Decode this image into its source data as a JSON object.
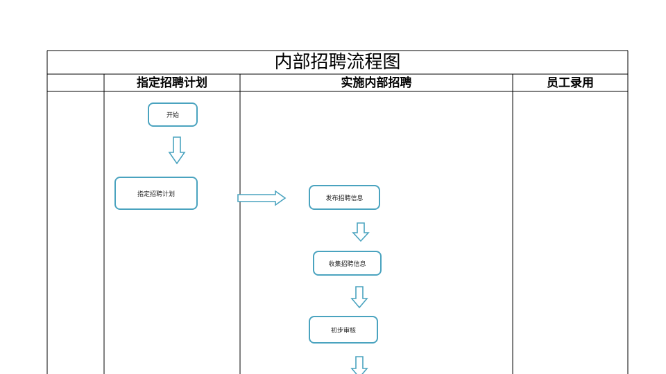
{
  "title": "内部招聘流程图",
  "columns": [
    {
      "label": ""
    },
    {
      "label": "指定招聘计划"
    },
    {
      "label": "实施内部招聘"
    },
    {
      "label": "员工录用"
    }
  ],
  "nodes": {
    "start": "开始",
    "define_plan": "指定招聘计划",
    "publish_info": "发布招聘信息",
    "collect_info": "收集招聘信息",
    "initial_review": "初步审核"
  },
  "colors": {
    "node_border": "#4aa3bf",
    "arrow": "#4aa3bf",
    "grid": "#000000"
  }
}
